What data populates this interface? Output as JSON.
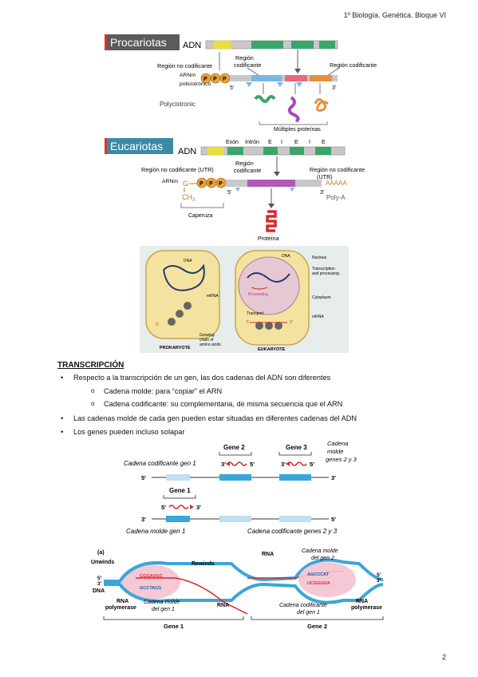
{
  "header": {
    "course": "1º Biología. Genética. Bloque VI"
  },
  "page_number": "2",
  "fig1": {
    "prok_title": "Procariotas",
    "adn": "ADN",
    "region_no_cod": "Región no codificante",
    "region_cod_top": "Región",
    "region_cod_bot": "codificante",
    "region_cod_right": "Región codificante",
    "arnm": "ARNm",
    "policistronico": "policistrónico",
    "p": "P",
    "five": "5'",
    "three": "3'",
    "polycistronic": "Polycistronic",
    "multiples": "Múltiples proteínas",
    "euk_title": "Eucariotas",
    "exon": "Exón",
    "intron": "Intrón",
    "e": "E",
    "i": "I",
    "region_no_cod_utr": "Región no codificante (UTR)",
    "region_no_cod_utr_right": "Región no codificante",
    "utr": "(UTR)",
    "arnm_euk": "ARNm",
    "g": "G",
    "ch3": "CH",
    "ch3_sub": "3",
    "aaaaa": "AAAAA",
    "polya": "Poly-A",
    "caperuza": "Caperuza",
    "proteina": "Proteína"
  },
  "fig2": {
    "dna": "DNA",
    "mrna": "mRNA",
    "growing1": "Growing",
    "growing2": "chain of",
    "growing3": "amino acids",
    "nucleus": "Nucleus",
    "transcription1": "Transcription",
    "transcription2": "and processing",
    "processing": "Processing",
    "cytoplasm": "Cytoplasm",
    "transport": "Transport",
    "mrna2": "mRNA",
    "five": "5'",
    "three": "3'",
    "prokaryote": "PROKARYOTE",
    "eukaryote": "EUKARYOTE"
  },
  "transcripcion": {
    "title": "TRANSCRIPCIÓN",
    "b1": "Respecto a la transcripción de un gen, las dos cadenas del ADN son diferentes",
    "b1a": "Cadena molde: para “copiar” el ARN",
    "b1b": "Cadena codificante: su complementaria, de misma secuencia que el ARN",
    "b2": "Las cadenas molde de cada gen pueden estar situadas en diferentes cadenas del ADN",
    "b3": "Los genes pueden incluso solapar",
    "sub_marker": "o"
  },
  "fig3": {
    "gene2": "Gene 2",
    "gene3": "Gene 3",
    "gene1": "Gene 1",
    "cad_cod_gen1": "Cadena codificante gen 1",
    "cad_molde_23_a": "Cadena",
    "cad_molde_23_b": "molde",
    "cad_molde_23_c": "genes 2 y 3",
    "cad_molde_gen1": "Cadena molde gen 1",
    "cad_cod_23": "Cadena codificante genes 2 y 3",
    "five": "5′",
    "three": "3′"
  },
  "fig4": {
    "a": "(a)",
    "unwinds": "Unwinds",
    "rewinds": "Rewinds",
    "dna": "DNA",
    "rna": "RNA",
    "rna_pol1": "RNA",
    "rna_pol2": "polymerase",
    "cad_molde_gen1_a": "Cadena molde",
    "cad_molde_gen1_b": "del gen 1",
    "cad_molde_gen2_a": "Cadena molde",
    "cad_molde_gen2_b": "del gen 2",
    "cad_cod_gen1_a": "Cadena codificante",
    "cad_cod_gen1_b": "del gen 1",
    "seq1": "CGGAUGC",
    "seq2": "GCCTACG",
    "seq3": "AGCCCAT",
    "seq4": "UCGGGUA",
    "gene1": "Gene 1",
    "gene2": "Gene 2",
    "five": "5′",
    "three": "3′"
  },
  "colors": {
    "green": "#3aa66a",
    "yellow": "#e9de3a",
    "gray": "#c8c8c8",
    "purple": "#b05ab8",
    "orange": "#e8903a",
    "pink": "#e86a7a",
    "blue": "#3aa6d8",
    "cell": "#f4e3a0",
    "red": "#d52a2a"
  }
}
